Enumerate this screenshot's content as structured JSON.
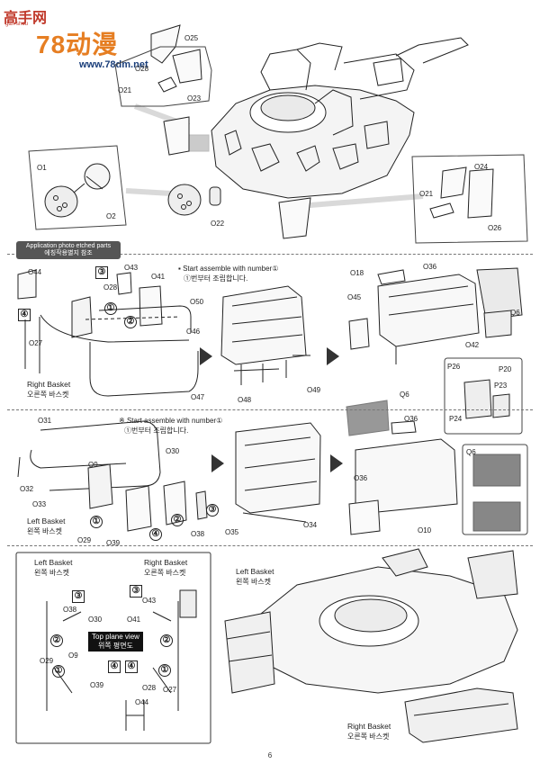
{
  "watermark": {
    "site_cn": "高手网",
    "site_small": "gan-shou",
    "brand": "78动漫",
    "url": "www.78dm.net"
  },
  "top": {
    "parts_upper": [
      "O25",
      "O28",
      "O21",
      "O23"
    ],
    "parts_left": [
      "O1",
      "O2"
    ],
    "part_o22": "O22",
    "parts_right": [
      "O24",
      "O21",
      "O26"
    ]
  },
  "photo_etch_badge": {
    "en": "Application photo etched parts",
    "kr": "에칭작용별지 참조"
  },
  "right_basket": {
    "instruction_en": "Start assemble with number①",
    "instruction_kr": "①번부터 조립합니다.",
    "caption_en": "Right Basket",
    "caption_kr": "오른쪽 바스켓",
    "parts": [
      "O44",
      "O43",
      "O41",
      "O28",
      "O50",
      "O27",
      "O46",
      "O47",
      "O48",
      "O49",
      "O18",
      "O45",
      "O36",
      "Q6",
      "O42"
    ],
    "nums": [
      "③",
      "④",
      "①",
      "②"
    ],
    "inset_parts": [
      "P26",
      "P20",
      "P23",
      "P24"
    ]
  },
  "left_basket": {
    "instruction_en": "Start assemble with number①",
    "instruction_kr": "①번부터 조립합니다.",
    "caption_en": "Left Basket",
    "caption_kr": "왼쪽 바스켓",
    "parts": [
      "O31",
      "O9",
      "O32",
      "O33",
      "O29",
      "O39",
      "O30",
      "O38",
      "O35",
      "O34",
      "Q6",
      "O36",
      "O36",
      "O10"
    ],
    "nums": [
      "①",
      "④",
      "②",
      "③"
    ],
    "q6_label": "Q6"
  },
  "plane_view": {
    "left_title_en": "Left Basket",
    "left_title_kr": "왼쪽 바스켓",
    "right_title_en": "Right Basket",
    "right_title_kr": "오른쪽 바스켓",
    "top_plane_en": "Top plane view",
    "top_plane_kr": "위쪽 평면도",
    "left_parts": [
      "O38",
      "O30",
      "O29",
      "O9",
      "O39"
    ],
    "right_parts": [
      "O43",
      "O41",
      "O28",
      "O27",
      "O44"
    ],
    "nums_left": [
      "③",
      "②",
      "①",
      "④"
    ],
    "nums_right": [
      "③",
      "②",
      "①",
      "④"
    ]
  },
  "final": {
    "left_title_en": "Left Basket",
    "left_title_kr": "왼쪽 바스켓",
    "right_title_en": "Right Basket",
    "right_title_kr": "오른쪽 바스켓"
  },
  "page_number": "6"
}
